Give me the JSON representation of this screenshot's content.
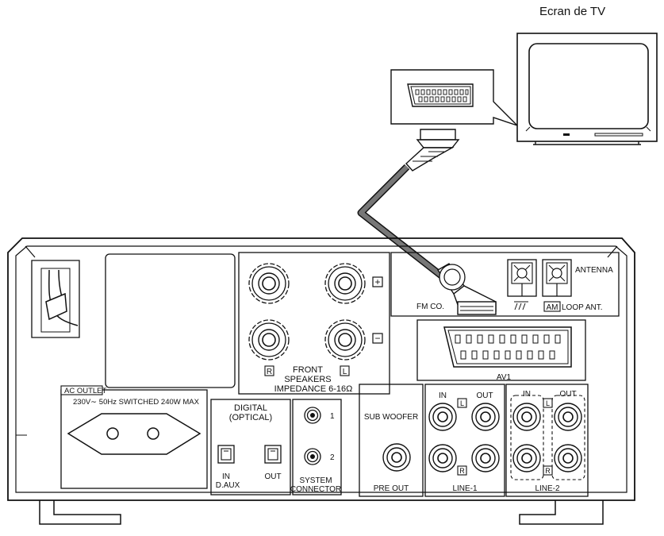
{
  "tv_label": "Ecran de TV",
  "speakers": {
    "plus": "+",
    "minus": "−",
    "right": "R",
    "left": "L",
    "line1": "FRONT",
    "line2": "SPEAKERS",
    "line3": "IMPEDANCE  6-16Ω"
  },
  "antenna": {
    "title": "ANTENNA",
    "fm": "FM CO.",
    "am": "AM",
    "loop": "LOOP ANT."
  },
  "av1": "AV1",
  "ac_outlet": {
    "title": "AC OUTLET",
    "spec": "230V∼ 50Hz SWITCHED  240W MAX"
  },
  "digital": {
    "line1": "DIGITAL",
    "line2": "(OPTICAL)",
    "in": "IN",
    "daux": "D.AUX",
    "out": "OUT"
  },
  "system_connector": {
    "one": "1",
    "two": "2",
    "line1": "SYSTEM",
    "line2": "CONNECTOR"
  },
  "subwoofer": {
    "title": "SUB WOOFER",
    "pre_out": "PRE OUT"
  },
  "line1": {
    "in": "IN",
    "out": "OUT",
    "l": "L",
    "r": "R",
    "label": "LINE-1"
  },
  "line2": {
    "in": "IN",
    "out": "OUT",
    "l": "L",
    "r": "R",
    "label": "LINE-2"
  },
  "colors": {
    "line": "#111111",
    "cable": "#777777",
    "background": "#ffffff"
  }
}
